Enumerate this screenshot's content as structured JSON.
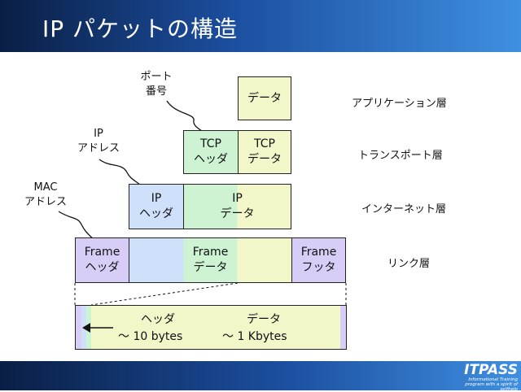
{
  "title": "IP パケットの構造",
  "logo": {
    "name": "ITPASS",
    "tagline": "Informational Training program with a spirit of selfhelp"
  },
  "boxes": {
    "app_data": "データ",
    "tcp_header": "TCP\nヘッダ",
    "tcp_data": "TCP\nデータ",
    "ip_header": "IP\nヘッダ",
    "ip_data": "IP\nデータ",
    "frame_header": "Frame\nヘッダ",
    "frame_data": "Frame\nデータ",
    "frame_footer": "Frame\nフッタ"
  },
  "layers": {
    "application": "アプリケーション層",
    "transport": "トランスポート層",
    "internet": "インターネット層",
    "link": "リンク層"
  },
  "annotations": {
    "port": "ポート\n番号",
    "ip_address": "IP\nアドレス",
    "mac_address": "MAC\nアドレス"
  },
  "size_bar": {
    "header_label": "ヘッダ",
    "header_size": "～ 10 bytes",
    "data_label": "データ",
    "data_size": "～ 1 Kbytes"
  },
  "colors": {
    "yellow": "#f3f6c8",
    "green": "#cdf3d3",
    "blue": "#cfe0fb",
    "purple": "#d8cdf6"
  }
}
